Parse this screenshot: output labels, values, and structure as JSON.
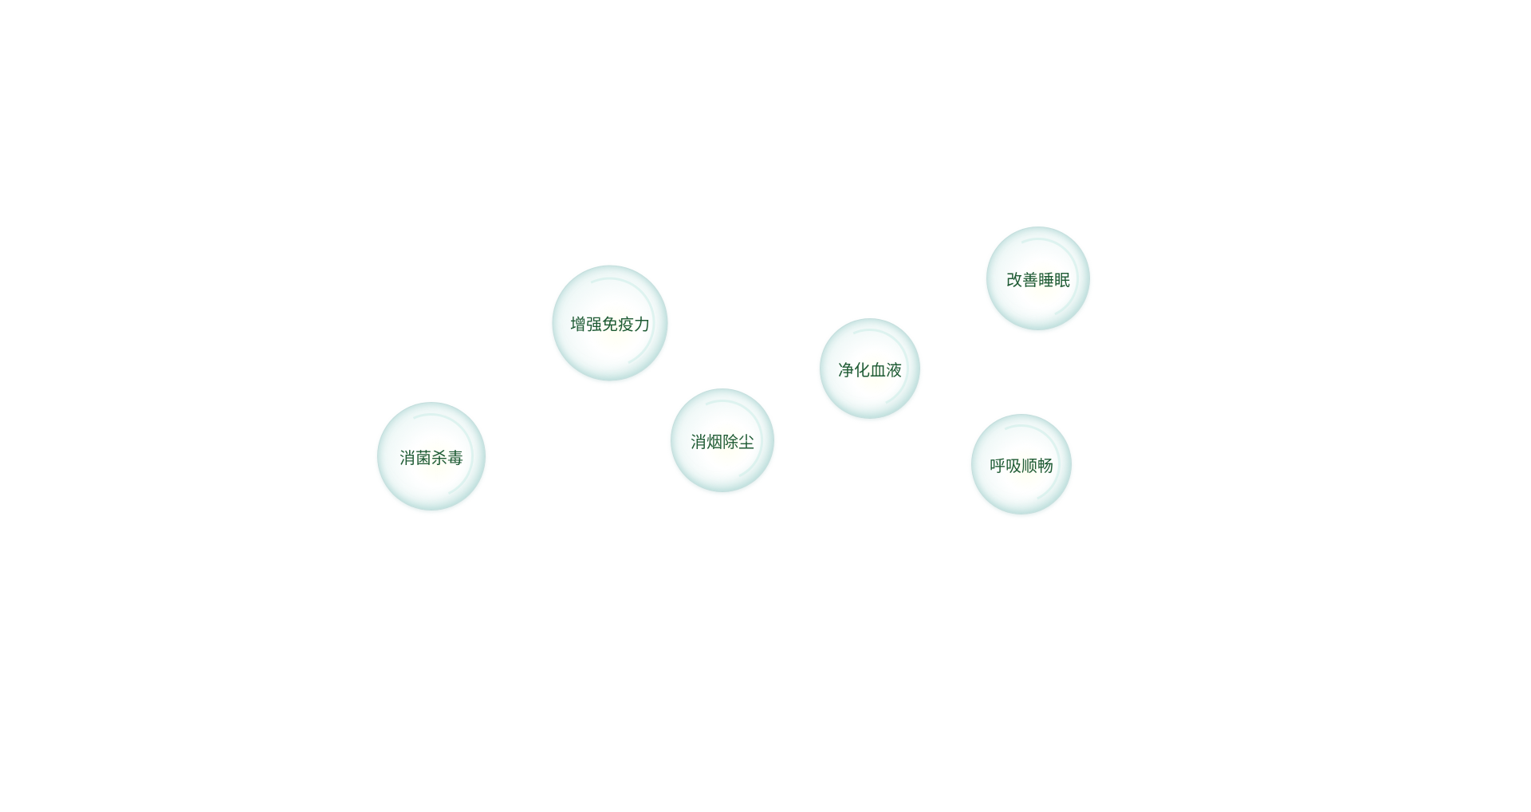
{
  "bubbles": [
    {
      "label": "增强免疫力"
    },
    {
      "label": "改善睡眠"
    },
    {
      "label": "净化血液"
    },
    {
      "label": "消烟除尘"
    },
    {
      "label": "消菌杀毒"
    },
    {
      "label": "呼吸顺畅"
    }
  ],
  "colors": {
    "text": "#1d5a33",
    "bubble_edge": "#b9d7d6"
  }
}
